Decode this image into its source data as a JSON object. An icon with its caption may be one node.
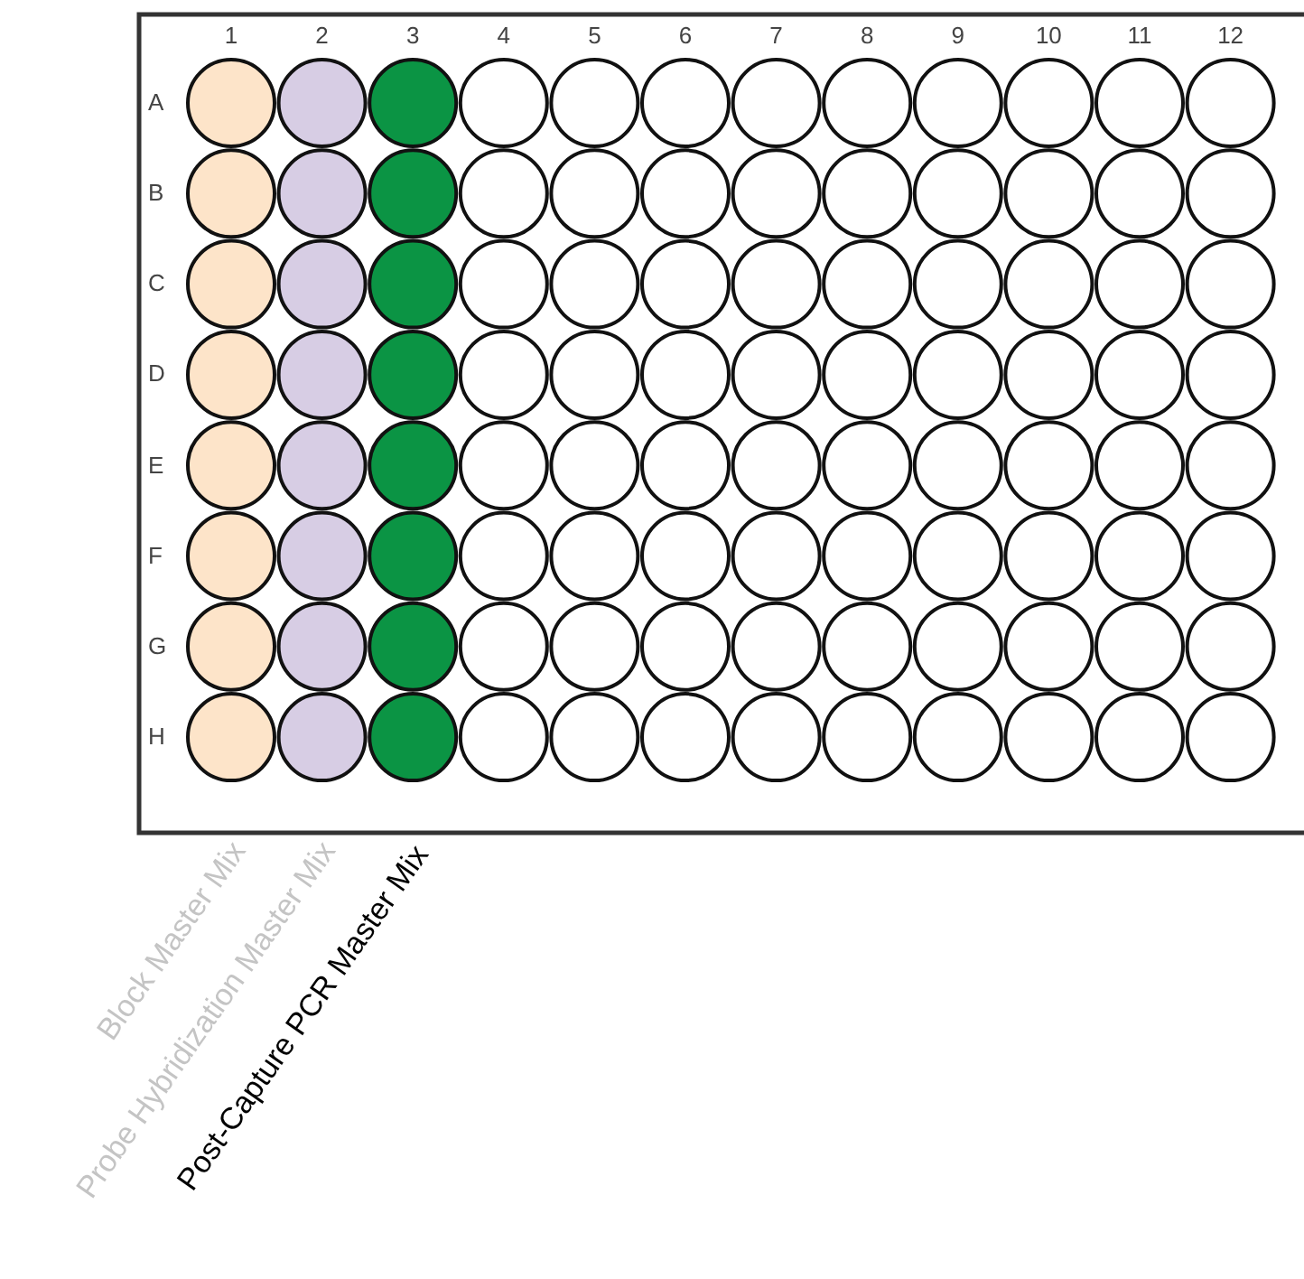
{
  "diagram": {
    "labels": [
      "1",
      "2",
      "3",
      "4",
      "5",
      "6",
      "7",
      "8",
      "9",
      "10",
      "11",
      "12",
      "A",
      "B",
      "C",
      "D",
      "E",
      "F",
      "G",
      "H",
      "Block Master Mix",
      "Probe Hybridization Master Mix",
      "Post-Capture PCR Master Mix"
    ]
  }
}
